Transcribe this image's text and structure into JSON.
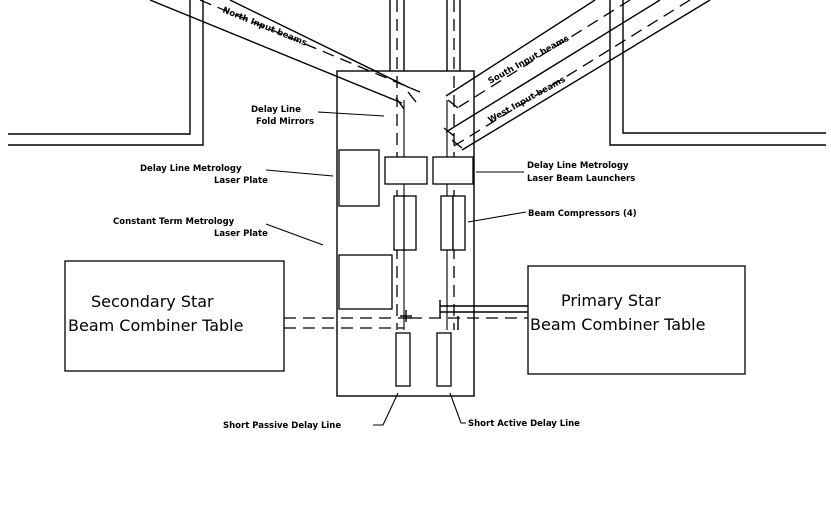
{
  "labels": {
    "north_beams": "North Input beams",
    "south_beams": "South Input beams",
    "west_beams": "West Input beams",
    "fold_mirrors_1": "Delay Line",
    "fold_mirrors_2": "Fold Mirrors",
    "metrology_plate_1": "Delay Line Metrology",
    "metrology_plate_2": "Laser Plate",
    "launchers_1": "Delay Line Metrology",
    "launchers_2": "Laser Beam Launchers",
    "constant_term_1": "Constant Term Metrology",
    "constant_term_2": "Laser Plate",
    "compressors": "Beam Compressors (4)",
    "secondary_1": "Secondary Star",
    "secondary_2": "Beam Combiner Table",
    "primary_1": "Primary Star",
    "primary_2": "Beam Combiner Table",
    "passive": "Short Passive Delay Line",
    "active": "Short Active Delay Line"
  }
}
